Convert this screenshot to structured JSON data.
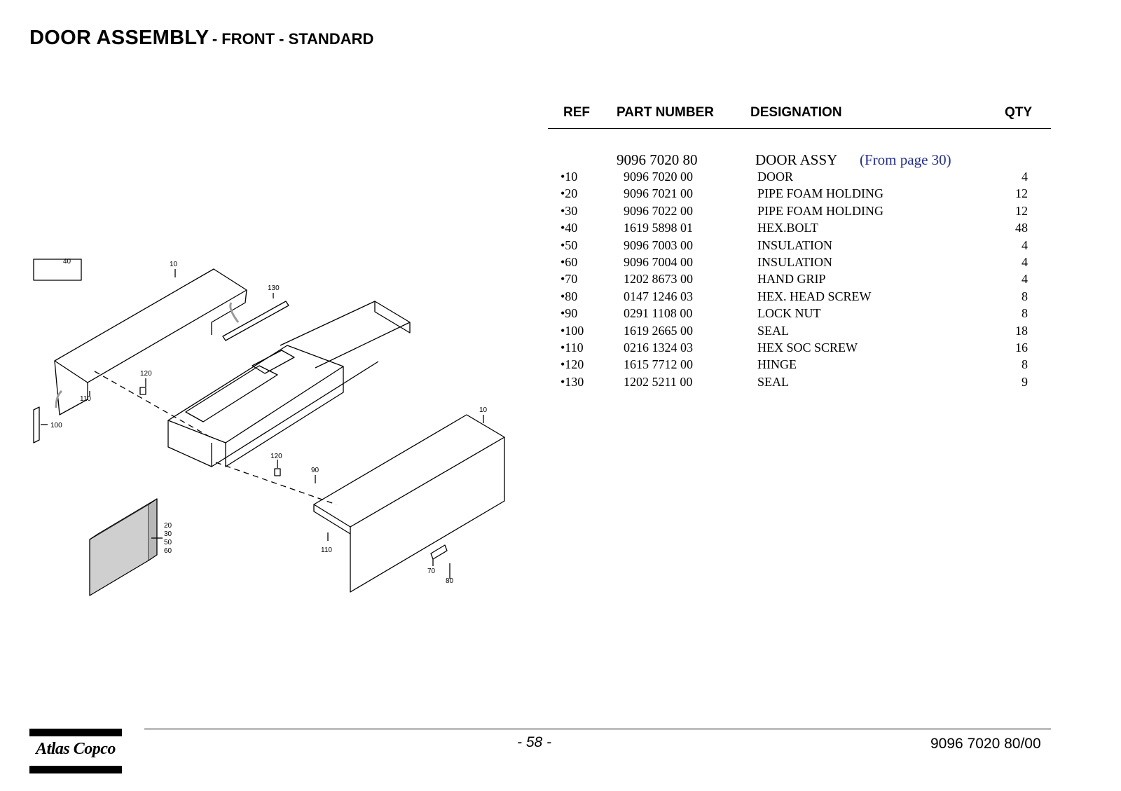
{
  "title": {
    "main": "DOOR ASSEMBLY",
    "sub": "- FRONT - STANDARD"
  },
  "table": {
    "headers": {
      "ref": "REF",
      "part_number": "PART NUMBER",
      "designation": "DESIGNATION",
      "qty": "QTY"
    },
    "assembly": {
      "part_number": "9096 7020 80",
      "designation": "DOOR ASSY",
      "link": "(From page 30)"
    },
    "rows": [
      {
        "ref": "•10",
        "part_number": "9096 7020 00",
        "designation": "DOOR",
        "qty": "4"
      },
      {
        "ref": "•20",
        "part_number": "9096 7021 00",
        "designation": "PIPE FOAM HOLDING",
        "qty": "12"
      },
      {
        "ref": "•30",
        "part_number": "9096 7022 00",
        "designation": "PIPE FOAM HOLDING",
        "qty": "12"
      },
      {
        "ref": "•40",
        "part_number": "1619 5898 01",
        "designation": "HEX.BOLT",
        "qty": "48"
      },
      {
        "ref": "•50",
        "part_number": "9096 7003 00",
        "designation": "INSULATION",
        "qty": "4"
      },
      {
        "ref": "•60",
        "part_number": "9096 7004 00",
        "designation": "INSULATION",
        "qty": "4"
      },
      {
        "ref": "•70",
        "part_number": "1202 8673 00",
        "designation": "HAND GRIP",
        "qty": "4"
      },
      {
        "ref": "•80",
        "part_number": "0147 1246 03",
        "designation": "HEX. HEAD SCREW",
        "qty": "8"
      },
      {
        "ref": "•90",
        "part_number": "0291 1108 00",
        "designation": "LOCK NUT",
        "qty": "8"
      },
      {
        "ref": "•100",
        "part_number": "1619 2665 00",
        "designation": "SEAL",
        "qty": "18"
      },
      {
        "ref": "•110",
        "part_number": "0216 1324 03",
        "designation": "HEX SOC SCREW",
        "qty": "16"
      },
      {
        "ref": "•120",
        "part_number": "1615 7712 00",
        "designation": "HINGE",
        "qty": "8"
      },
      {
        "ref": "•130",
        "part_number": "1202 5211 00",
        "designation": "SEAL",
        "qty": "9"
      }
    ]
  },
  "diagram": {
    "labels": {
      "legend_40": "40",
      "door_top": "10",
      "seal_130": "130",
      "hinge_top": "120",
      "screw_top": "110",
      "seal_100": "100",
      "door_bottom": "10",
      "hinge_bottom": "120",
      "nut_90": "90",
      "screw_bottom": "110",
      "grip_70": "70",
      "screw_80": "80",
      "ins_20": "20",
      "ins_30": "30",
      "ins_50": "50",
      "ins_60": "60"
    }
  },
  "footer": {
    "page": "- 58 -",
    "doc_number": "9096 7020 80/00",
    "brand": "Atlas Copco"
  }
}
